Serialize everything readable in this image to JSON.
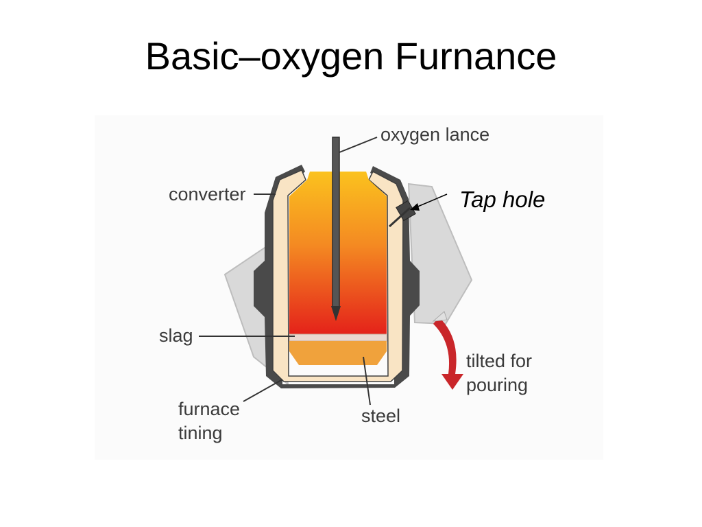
{
  "slide": {
    "title": "Basic–oxygen Furnance"
  },
  "diagram": {
    "labels": {
      "oxygen_lance": "oxygen lance",
      "converter": "converter",
      "slag": "slag",
      "furnace_lining_1": "furnace",
      "furnace_lining_2": "tining",
      "steel": "steel",
      "tilted_1": "tilted for",
      "tilted_2": "pouring",
      "tap_hole": "Tap hole"
    },
    "colors": {
      "shell": "#4a4a4a",
      "lining": "#f9e4c4",
      "tilted_ghost": "#d8d8d8",
      "hot_top": "#f9b820",
      "hot_bottom": "#e8221a",
      "steel": "#f0a23c",
      "slag": "#e8d8d0",
      "arrow_red": "#c9262a"
    }
  }
}
